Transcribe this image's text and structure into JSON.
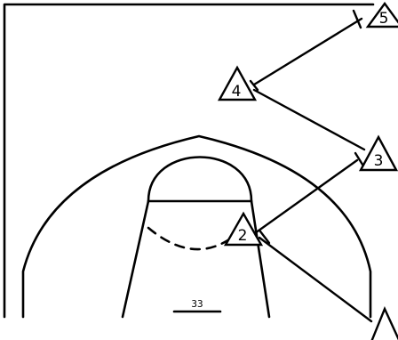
{
  "diagram": {
    "players": [
      {
        "id": "p5",
        "label": "5"
      },
      {
        "id": "p4",
        "label": "4"
      },
      {
        "id": "p3",
        "label": "3"
      },
      {
        "id": "p2",
        "label": "2"
      }
    ],
    "bottom_marker": "33"
  },
  "colors": {
    "line": "#000000",
    "background": "#ffffff"
  }
}
